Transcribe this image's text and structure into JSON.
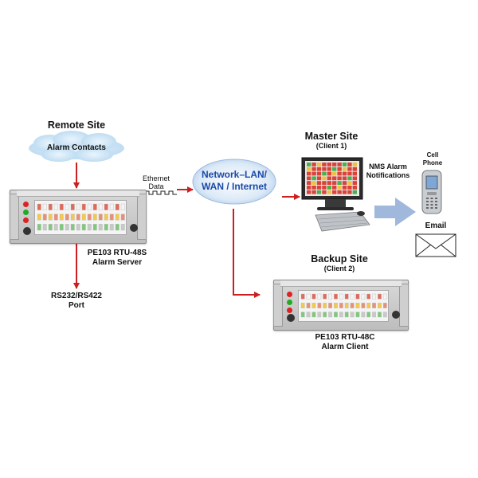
{
  "remote": {
    "title": "Remote Site",
    "cloud": "Alarm Contacts"
  },
  "server": {
    "model": "PE103 RTU-48S",
    "role": "Alarm Server"
  },
  "port": {
    "line1": "RS232/RS422",
    "line2": "Port"
  },
  "ethernet": {
    "line1": "Ethernet",
    "line2": "Data"
  },
  "network": {
    "line1": "Network–LAN/",
    "line2": "WAN / Internet"
  },
  "master": {
    "title": "Master Site",
    "sub": "(Client 1)"
  },
  "nms": {
    "line1": "NMS Alarm",
    "line2": "Notifications"
  },
  "phone": {
    "line1": "Cell",
    "line2": "Phone"
  },
  "email": {
    "label": "Email"
  },
  "backup": {
    "title": "Backup Site",
    "sub": "(Client 2)"
  },
  "client": {
    "model": "PE103 RTU-48C",
    "role": "Alarm Client"
  },
  "colors": {
    "arrow": "#cc1f1f",
    "network_text": "#1a4aa8",
    "cloud": "#c9e3f5",
    "notify_arrow": "#9fb8dc"
  }
}
